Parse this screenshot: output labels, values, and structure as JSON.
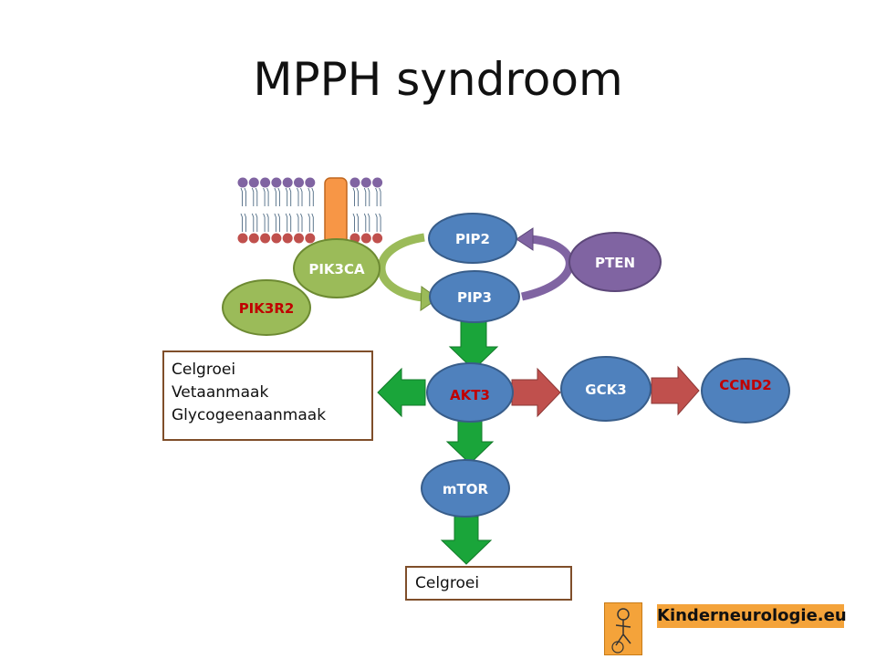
{
  "title": "MPPH syndroom",
  "nodes": {
    "pip2": "PIP2",
    "pip3": "PIP3",
    "pten": "PTEN",
    "pik3ca": "PIK3CA",
    "pik3r2": "PIK3R2",
    "akt3": "AKT3",
    "gck3": "GCK3",
    "ccnd2": "CCND2",
    "mtor": "mTOR"
  },
  "effects": {
    "akt3": [
      "Celgroei",
      "Vetaanmaak",
      "Glycogeenaanmaak"
    ],
    "mtor": [
      "Celgroei"
    ]
  },
  "site": {
    "name": "Kinderneurologie.eu"
  },
  "colors": {
    "blue_node": "#4f81bd",
    "green_node": "#9bbb59",
    "purple_node": "#8064a2",
    "green_arrow": "#1aa53a",
    "red_arrow": "#c0504d",
    "highlight_text": "#c00000",
    "logo_orange": "#f4a33a"
  }
}
